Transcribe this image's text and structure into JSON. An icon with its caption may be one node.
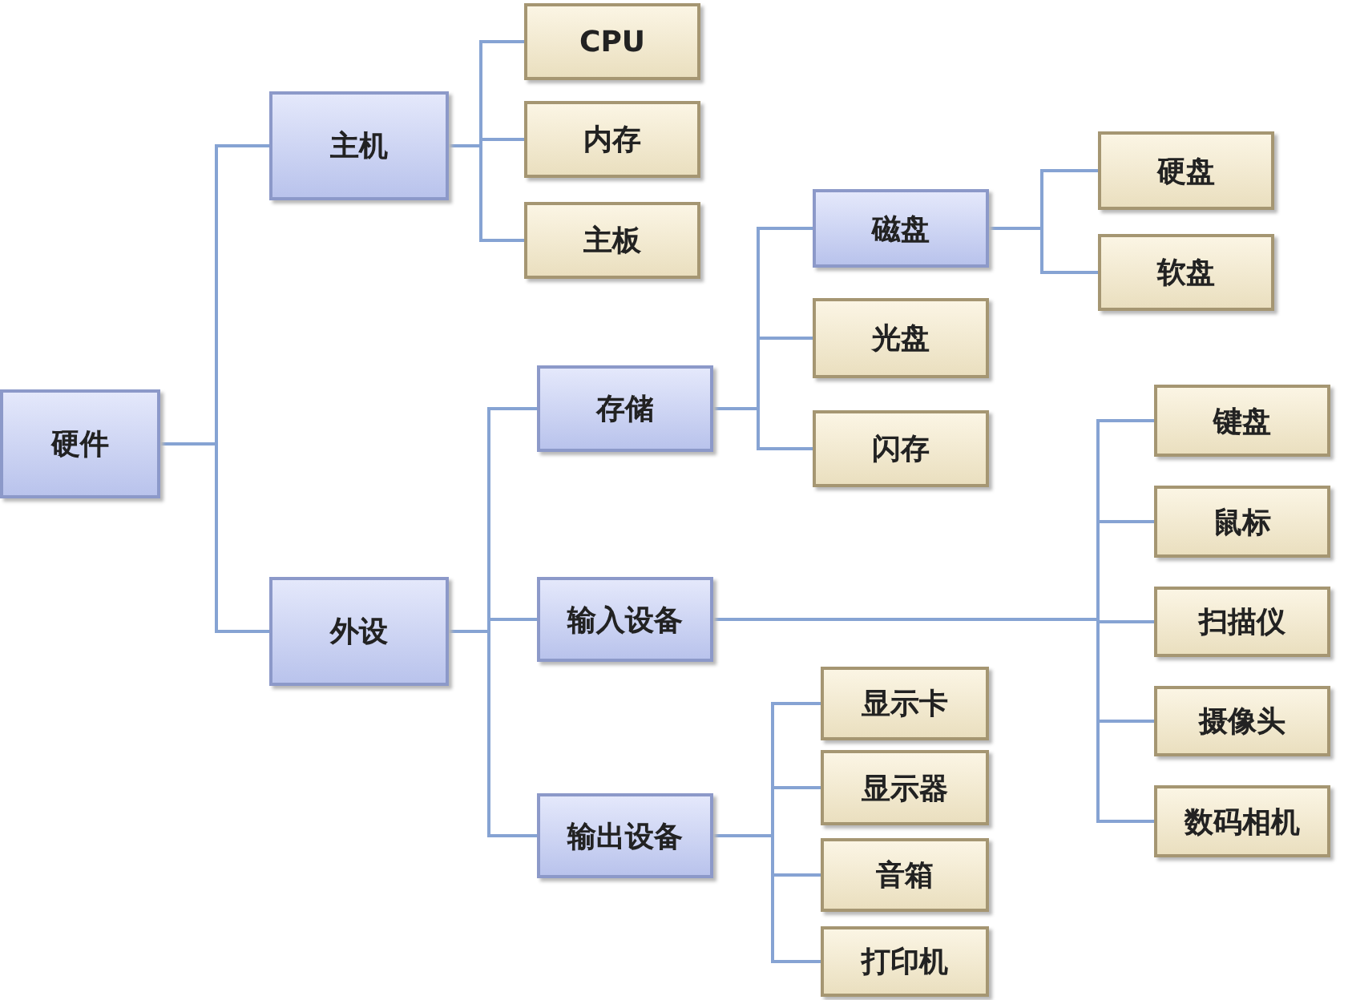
{
  "diagram": {
    "nodes": [
      {
        "text": [
          "硬件"
        ]
      },
      {
        "text": [
          "主机"
        ]
      },
      {
        "text": [
          "CPU"
        ]
      },
      {
        "text": [
          "内存"
        ]
      },
      {
        "text": [
          "主板"
        ]
      },
      {
        "text": [
          "外设"
        ]
      },
      {
        "text": [
          "存储"
        ]
      },
      {
        "text": [
          "磁盘"
        ]
      },
      {
        "text": [
          "硬盘"
        ]
      },
      {
        "text": [
          "软盘"
        ]
      },
      {
        "text": [
          "光盘"
        ]
      },
      {
        "text": [
          "闪存"
        ]
      },
      {
        "text": [
          "输入设备"
        ]
      },
      {
        "text": [
          "键盘"
        ]
      },
      {
        "text": [
          "鼠标"
        ]
      },
      {
        "text": [
          "扫描仪"
        ]
      },
      {
        "text": [
          "摄像头"
        ]
      },
      {
        "text": [
          "数码相机"
        ]
      },
      {
        "text": [
          "输出设备"
        ]
      },
      {
        "text": [
          "显示卡"
        ]
      },
      {
        "text": [
          "显示器"
        ]
      },
      {
        "text": [
          "音箱"
        ]
      },
      {
        "text": [
          "打印机"
        ]
      }
    ],
    "edges": [
      {
        "from": 0,
        "to": 1,
        "arrow": "none"
      },
      {
        "from": 0,
        "to": 5,
        "arrow": "none"
      },
      {
        "from": 1,
        "to": 2,
        "arrow": "none"
      },
      {
        "from": 1,
        "to": 3,
        "arrow": "none"
      },
      {
        "from": 1,
        "to": 4,
        "arrow": "none"
      },
      {
        "from": 5,
        "to": 6,
        "arrow": "none"
      },
      {
        "from": 5,
        "to": 12,
        "arrow": "none"
      },
      {
        "from": 5,
        "to": 18,
        "arrow": "none"
      },
      {
        "from": 6,
        "to": 7,
        "arrow": "none"
      },
      {
        "from": 6,
        "to": 10,
        "arrow": "none"
      },
      {
        "from": 6,
        "to": 11,
        "arrow": "none"
      },
      {
        "from": 7,
        "to": 8,
        "arrow": "none"
      },
      {
        "from": 7,
        "to": 9,
        "arrow": "none"
      },
      {
        "from": 12,
        "to": 13,
        "arrow": "none"
      },
      {
        "from": 12,
        "to": 14,
        "arrow": "none"
      },
      {
        "from": 12,
        "to": 15,
        "arrow": "none"
      },
      {
        "from": 12,
        "to": 16,
        "arrow": "none"
      },
      {
        "from": 12,
        "to": 17,
        "arrow": "none"
      },
      {
        "from": 18,
        "to": 19,
        "arrow": "none"
      },
      {
        "from": 18,
        "to": 20,
        "arrow": "none"
      },
      {
        "from": 18,
        "to": 21,
        "arrow": "none"
      },
      {
        "from": 18,
        "to": 22,
        "arrow": "none"
      }
    ]
  }
}
